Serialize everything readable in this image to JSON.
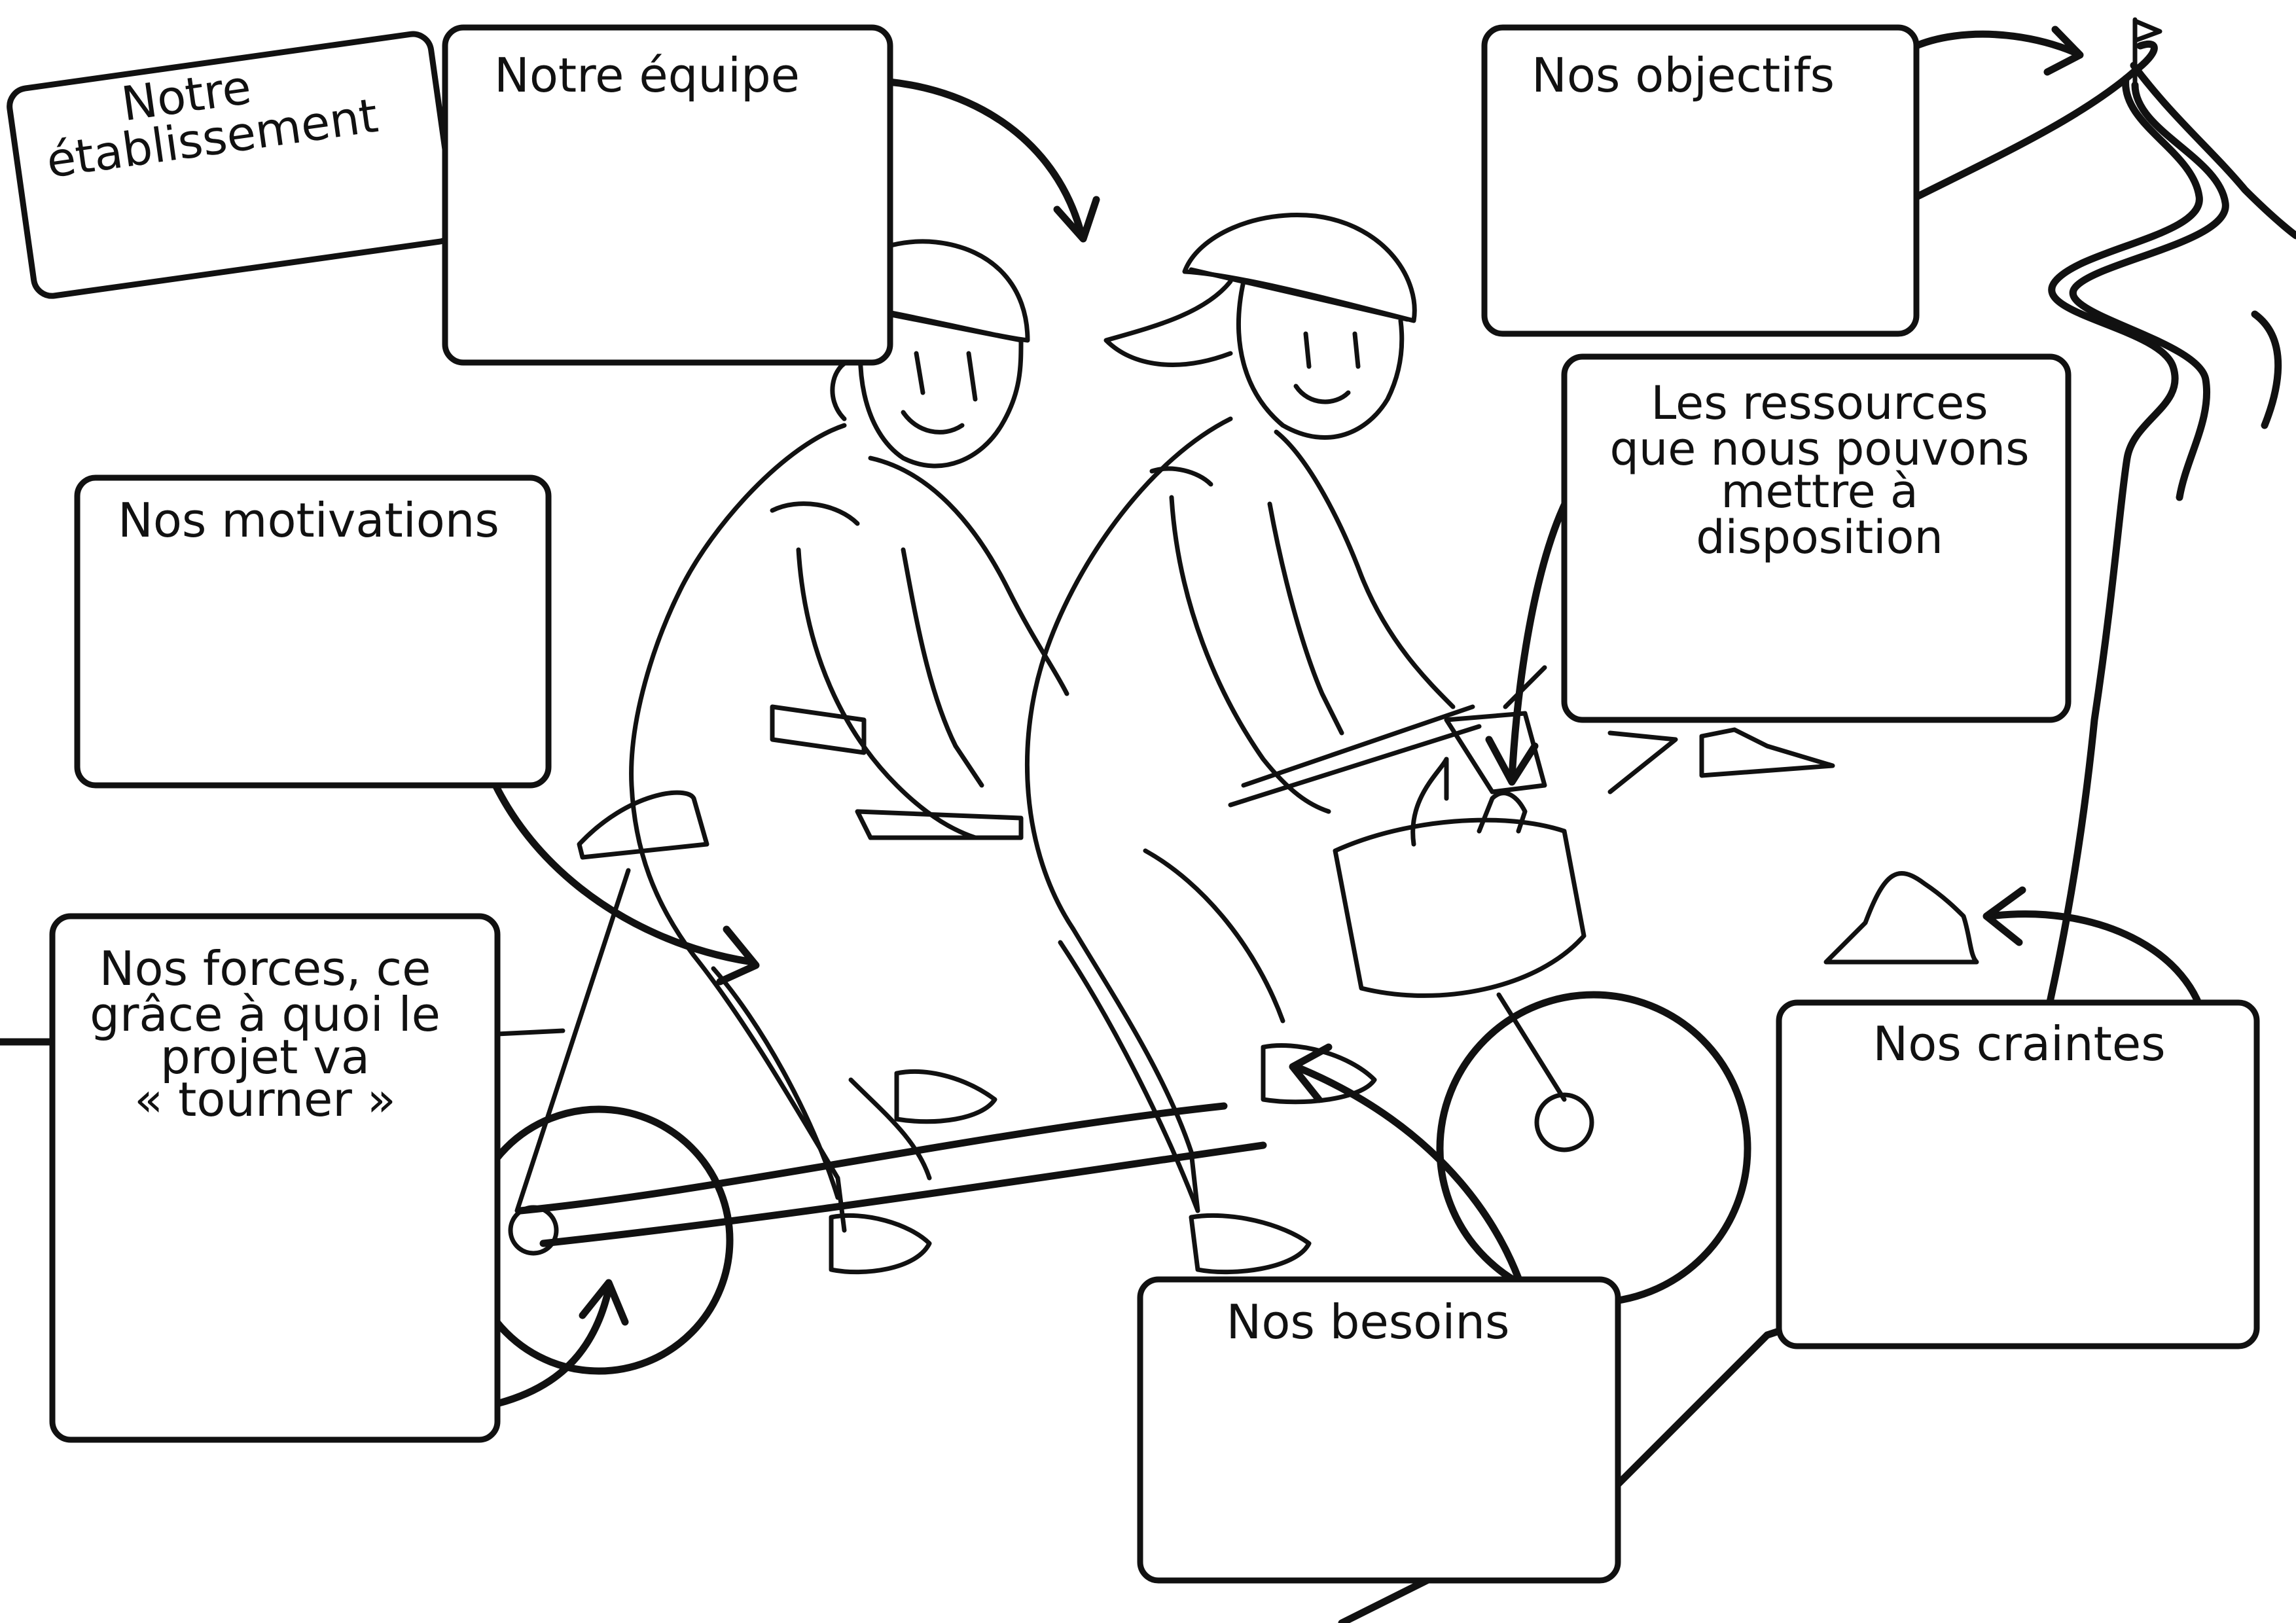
{
  "boxes": {
    "etablissement": {
      "line1": "Notre",
      "line2": "établissement"
    },
    "equipe": {
      "title": "Notre équipe"
    },
    "objectifs": {
      "title": "Nos objectifs"
    },
    "ressources": {
      "line1": "Les ressources",
      "line2": "que nous pouvons",
      "line3": "mettre à",
      "line4": "disposition"
    },
    "motivations": {
      "title": "Nos motivations"
    },
    "forces": {
      "line1": "Nos forces, ce",
      "line2": "grâce à quoi le",
      "line3": "projet va",
      "line4": "« tourner »"
    },
    "craintes": {
      "title": "Nos craintes"
    },
    "besoins": {
      "title": "Nos besoins"
    }
  },
  "icons": {
    "illustration": "tandem-bicycle-illustration",
    "flag": "flag-icon",
    "mountain": "mountain-road-icon",
    "rock": "rock-obstacle-icon",
    "basket": "basket-icon"
  },
  "colors": {
    "ink": "#111111",
    "paper": "#ffffff"
  }
}
